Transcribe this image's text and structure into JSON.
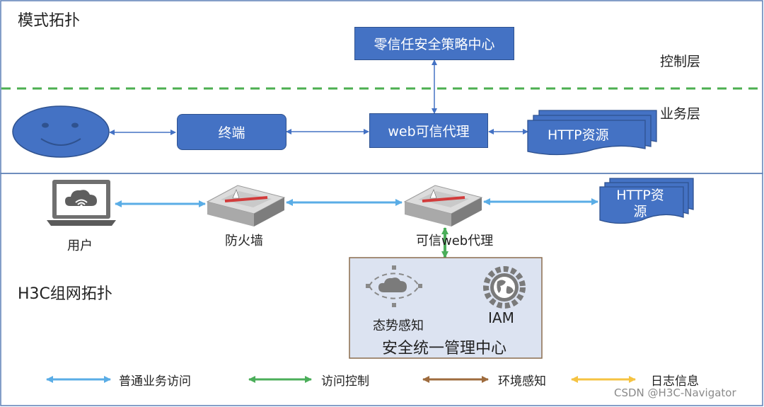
{
  "colors": {
    "box_blue": "#4472C4",
    "box_border": "#2F528F",
    "divider_green": "#4CAF50",
    "access_blue": "#5AADE6",
    "access_control_green": "#4BAE5A",
    "env_brown": "#9E6B3D",
    "log_yellow": "#F5C342",
    "mgmt_fill": "#DCE3F1",
    "mgmt_border": "#8B6D4E"
  },
  "mode": {
    "title": "模式拓扑",
    "control_layer_label": "控制层",
    "business_layer_label": "业务层",
    "policy_center_label": "零信任安全策略中心",
    "terminal_label": "终端",
    "web_proxy_label": "web可信代理",
    "http_resource_label": "HTTP资源",
    "user_icon": "smiley-face-icon"
  },
  "h3c": {
    "title": "H3C组网拓扑",
    "user_label": "用户",
    "user_icon": "laptop-cloud-icon",
    "firewall_label": "防火墙",
    "firewall_icon": "firewall-device-icon",
    "proxy_label": "可信web代理",
    "proxy_icon": "proxy-device-icon",
    "http_resource_label": "HTTP资源",
    "mgmt_center_label": "安全统一管理中心",
    "situation_label": "态势感知",
    "situation_icon": "cloud-network-icon",
    "iam_label": "IAM",
    "iam_icon": "globe-gear-icon"
  },
  "legend": {
    "normal_access": "普通业务访问",
    "access_control": "访问控制",
    "env_awareness": "环境感知",
    "log_info": "日志信息"
  },
  "watermark": "CSDN @H3C-Navigator"
}
